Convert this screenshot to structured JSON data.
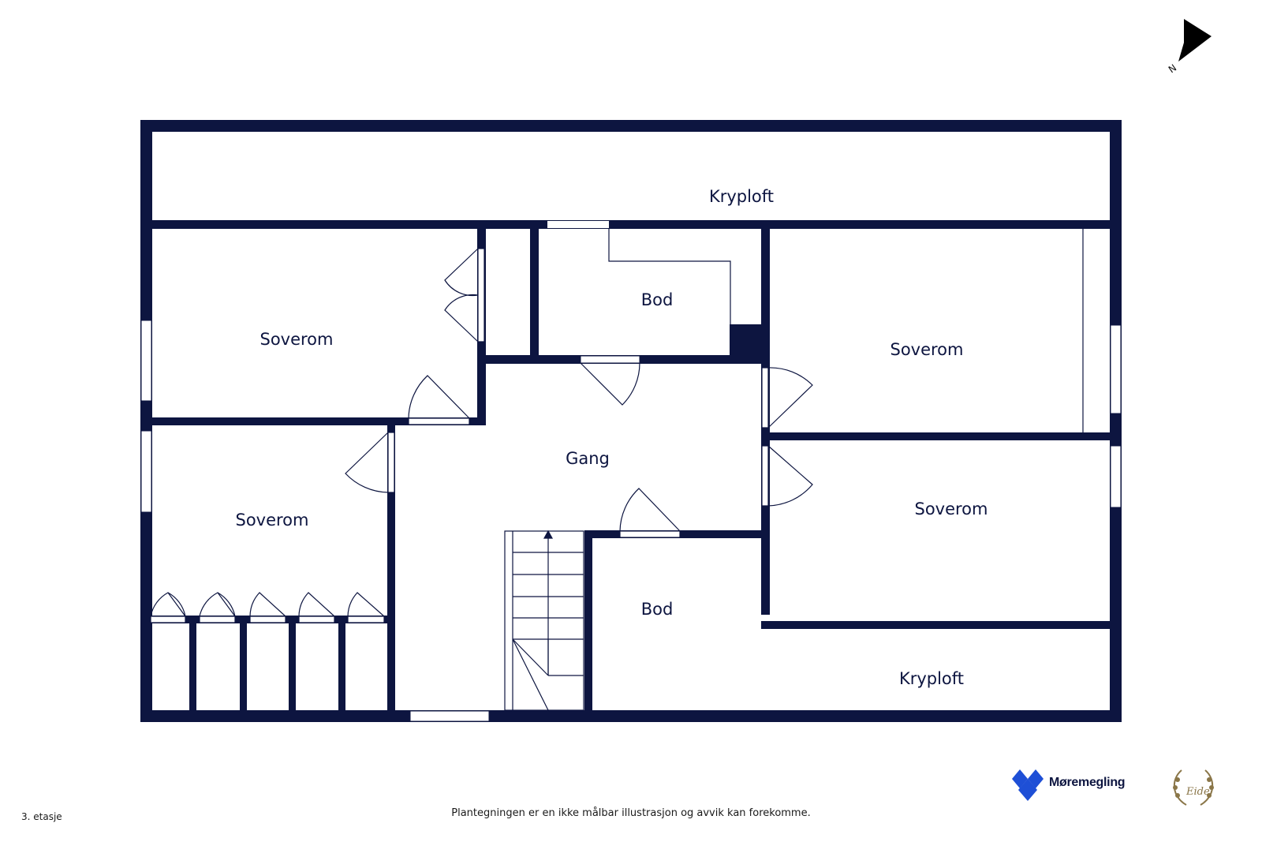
{
  "rooms": {
    "kryploft_top": "Kryploft",
    "soverom_top_left": "Soverom",
    "bod_top": "Bod",
    "soverom_top_right": "Soverom",
    "gang": "Gang",
    "soverom_bottom_left": "Soverom",
    "soverom_bottom_right": "Soverom",
    "bod_bottom": "Bod",
    "kryploft_bottom": "Kryploft"
  },
  "compass": {
    "label": "N",
    "icon": "north-arrow-icon"
  },
  "brand": {
    "name": "Møremegling",
    "icon": "moremegling-logo-icon"
  },
  "photographer": {
    "text": "Eide",
    "icon": "laurel-wreath-icon"
  },
  "footer": {
    "disclaimer": "Plantegningen er en ikke målbar illustrasjon og avvik kan forekomme.",
    "floor": "3. etasje"
  },
  "colors": {
    "wall": "#0d1540",
    "door_line": "#0d1540",
    "background": "#ffffff"
  }
}
